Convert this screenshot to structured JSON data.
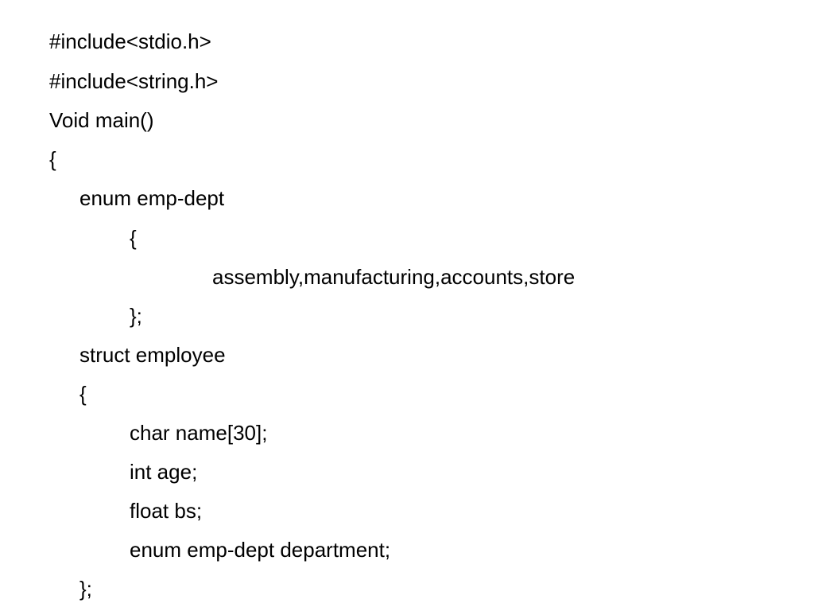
{
  "slide": {
    "code_lines": [
      "#include<stdio.h>",
      "#include<string.h>",
      "Void main()",
      "{",
      "enum emp-dept",
      "{",
      "assembly,manufacturing,accounts,store",
      "};",
      "struct employee",
      "{",
      "char name[30];",
      "int age;",
      "float bs;",
      "enum emp-dept department;",
      "};"
    ]
  }
}
